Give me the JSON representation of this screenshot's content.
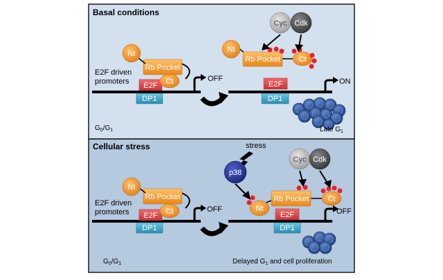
{
  "panels": {
    "top": {
      "title": "Basal conditions",
      "promoter_label": [
        "E2F driven",
        "promoters"
      ],
      "state_left": "OFF",
      "state_right": "ON",
      "phase_left": {
        "main": "G",
        "sub": "0",
        "mid": "/G",
        "sub2": "1"
      },
      "phase_right": {
        "main": "Late G",
        "sub": "1"
      }
    },
    "bottom": {
      "title": "Cellular stress",
      "promoter_label": [
        "E2F driven",
        "promoters"
      ],
      "state_left": "OFF",
      "state_right": "OFF",
      "stress_label": "stress",
      "kinase_label": "p38",
      "phase_left": {
        "main": "G",
        "sub": "0",
        "mid": "/G",
        "sub2": "1"
      },
      "phase_right": {
        "main": "Delayed G",
        "sub": "1",
        "rest": " and cell proliferation"
      }
    }
  },
  "proteins": {
    "nt": "Nt",
    "ct": "Ct",
    "rb_pocket": "Rb Pocket",
    "e2f": "E2F",
    "dp1": "DP1",
    "cyc": "Cyc",
    "cdk": "Cdk"
  },
  "colors": {
    "top_panel_bg": "#d3e0ee",
    "bottom_panel_bg": "#b5c9df",
    "orange": "#f2962a",
    "e2f_red": "#e0484c",
    "dp1_teal": "#3fa7c7",
    "cyc_gray": "#bfbfbf",
    "cdk_dark": "#555555",
    "p38_blue": "#2a3a9a",
    "phospho_red": "#e8222a",
    "cell_blue": "#2f5597"
  }
}
